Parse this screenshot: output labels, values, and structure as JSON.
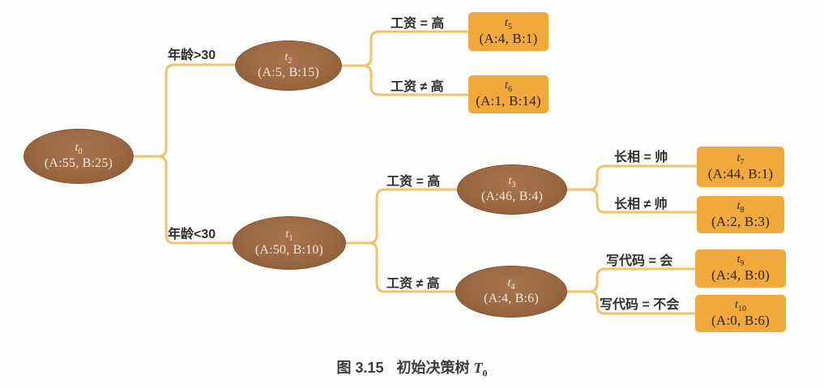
{
  "figure": {
    "caption": {
      "prefix": "图 3.15",
      "title": "初始决策树",
      "symbol": "T",
      "symbol_sub": "0"
    }
  },
  "colors": {
    "internal_node_fill": "#9A6843",
    "internal_node_text": "#F6EBDC",
    "leaf_node_fill": "#F2A93B",
    "leaf_node_text": "#2F2212",
    "edge_line": "#F2C269",
    "edge_label_text": "#2e2e2e",
    "background": "#fefefd"
  },
  "nodes": {
    "t0": {
      "sym": "t",
      "sub": "0",
      "counts": "(A:55, B:25)"
    },
    "t1": {
      "sym": "t",
      "sub": "1",
      "counts": "(A:50, B:10)"
    },
    "t2": {
      "sym": "t",
      "sub": "2",
      "counts": "(A:5, B:15)"
    },
    "t3": {
      "sym": "t",
      "sub": "3",
      "counts": "(A:46, B:4)"
    },
    "t4": {
      "sym": "t",
      "sub": "4",
      "counts": "(A:4, B:6)"
    },
    "t5": {
      "sym": "t",
      "sub": "5",
      "counts": "(A:4, B:1)"
    },
    "t6": {
      "sym": "t",
      "sub": "6",
      "counts": "(A:1, B:14)"
    },
    "t7": {
      "sym": "t",
      "sub": "7",
      "counts": "(A:44, B:1)"
    },
    "t8": {
      "sym": "t",
      "sub": "8",
      "counts": "(A:2, B:3)"
    },
    "t9": {
      "sym": "t",
      "sub": "9",
      "counts": "(A:4, B:0)"
    },
    "t10": {
      "sym": "t",
      "sub": "10",
      "counts": "(A:0, B:6)"
    }
  },
  "edges": {
    "t0_t2": "年龄>30",
    "t0_t1": "年龄<30",
    "t2_t5": "工资 = 高",
    "t2_t6": "工资 ≠ 高",
    "t1_t3": "工资 = 高",
    "t1_t4": "工资 ≠ 高",
    "t3_t7": "长相 = 帅",
    "t3_t8": "长相 ≠ 帅",
    "t4_t9": "写代码 = 会",
    "t4_t10": "写代码 = 不会"
  }
}
